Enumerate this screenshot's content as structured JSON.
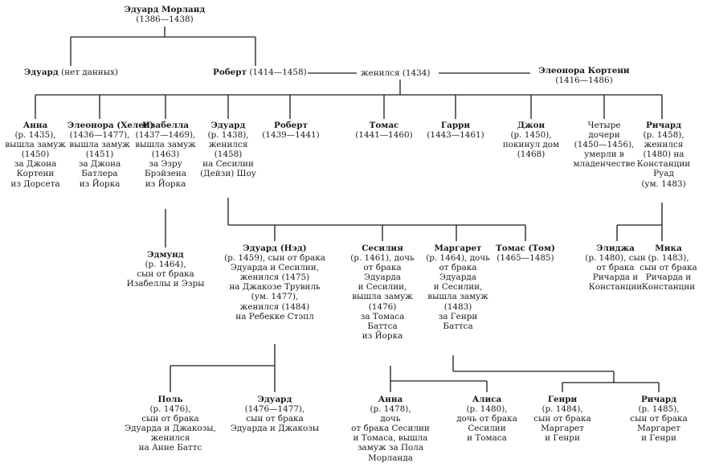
{
  "root": {
    "name": "Эдуард Морланд",
    "dates": "(1386—1438)"
  },
  "gen2": {
    "eduard": {
      "name": "Эдуард",
      "info": "(нет данных)"
    },
    "robert": {
      "name": "Роберт",
      "dates": "(1414—1458)"
    },
    "married": "женился (1434)",
    "eleonora": {
      "name": "Элеонора Кортени",
      "dates": "(1416—1486)"
    }
  },
  "gen3": [
    {
      "name": "Анна",
      "lines": [
        "(р. 1435),",
        "вышла замуж",
        "(1450)",
        "за Джона",
        "Кортени",
        "из Дорсета"
      ]
    },
    {
      "name": "Элеонора",
      "lines": [
        "(Хелен)",
        "(1436—1477),",
        "вышла замуж",
        "(1451)",
        "за Джона",
        "Батлера",
        "из Йорка"
      ]
    },
    {
      "name": "Изабелла",
      "lines": [
        "(1437—1469),",
        "вышла замуж",
        "(1463)",
        "за Эзру",
        "Брэйзена",
        "из Йорка"
      ]
    },
    {
      "name": "Эдуард",
      "lines": [
        "(р. 1438),",
        "женился",
        "(1458)",
        "на Сесилии",
        "(Дейзи) Шоу"
      ]
    },
    {
      "name": "Роберт",
      "lines": [
        "(1439—1441)"
      ]
    },
    {
      "name": "Томас",
      "lines": [
        "(1441—1460)"
      ]
    },
    {
      "name": "Гарри",
      "lines": [
        "(1443—1461)"
      ]
    },
    {
      "name": "Джон",
      "lines": [
        "(р. 1450),",
        "покинул дом",
        "(1468)"
      ]
    },
    {
      "name": "",
      "lines": [
        "Четыре",
        "дочери",
        "(1450—1456),",
        "умерли в",
        "младенчестве"
      ]
    },
    {
      "name": "Ричард",
      "lines": [
        "(р. 1458),",
        "женился",
        "(1480) на",
        "Констанции",
        "Руад",
        "(ум. 1483)"
      ]
    }
  ],
  "gen4": [
    {
      "name": "Эдмунд",
      "lines": [
        "(р. 1464),",
        "сын от брака",
        "Изабеллы и Эзры"
      ]
    },
    {
      "name": "Эдуард (Нэд)",
      "lines": [
        "(р. 1459), сын от брака",
        "Эдуарда и Сесилии,",
        "женился (1475)",
        "на Джакозе Трувиль",
        "(ум. 1477),",
        "женился (1484)",
        "на Ребекке Стэпл"
      ]
    },
    {
      "name": "Сесилия",
      "lines": [
        "(р. 1461), дочь",
        "от брака",
        "Эдуарда",
        "и Сесилии,",
        "вышла замуж",
        "(1476)",
        "за Томаса",
        "Баттса",
        "из Йорка"
      ]
    },
    {
      "name": "Маргарет",
      "lines": [
        "(р. 1464), дочь",
        "от брака",
        "Эдуарда",
        "и Сесилии,",
        "вышла замуж",
        "(1483)",
        "за Генри",
        "Баттса"
      ]
    },
    {
      "name": "Томас (Том)",
      "lines": [
        "(1465—1485)"
      ]
    },
    {
      "name": "Элиджа",
      "lines": [
        "(р. 1480), сын",
        "от брака",
        "Ричарда и",
        "Констанции"
      ]
    },
    {
      "name": "Мика",
      "lines": [
        "(р. 1483),",
        "сын от брака",
        "Ричарда и",
        "Констанции"
      ]
    }
  ],
  "gen5": [
    {
      "name": "Поль",
      "lines": [
        "(р. 1476),",
        "сын от брака",
        "Эдуарда и Джакозы,",
        "женился",
        "на Анне Баттс"
      ]
    },
    {
      "name": "Эдуард",
      "lines": [
        "(1476—1477),",
        "сын от брака",
        "Эдуарда и Джакозы"
      ]
    },
    {
      "name": "Анна",
      "lines": [
        "(р. 1478),",
        "дочь",
        "от брака Сесилии",
        "и Томаса, вышла",
        "замуж за Пола",
        "Морланда"
      ]
    },
    {
      "name": "Алиса",
      "lines": [
        "(р. 1480),",
        "дочь от брака",
        "Сесилии",
        "и Томаса"
      ]
    },
    {
      "name": "Генри",
      "lines": [
        "(р. 1484),",
        "сын от брака",
        "Маргарет",
        "и Генри"
      ]
    },
    {
      "name": "Ричард",
      "lines": [
        "(р. 1485),",
        "сын от брака",
        "Маргарет",
        "и Генри"
      ]
    }
  ]
}
